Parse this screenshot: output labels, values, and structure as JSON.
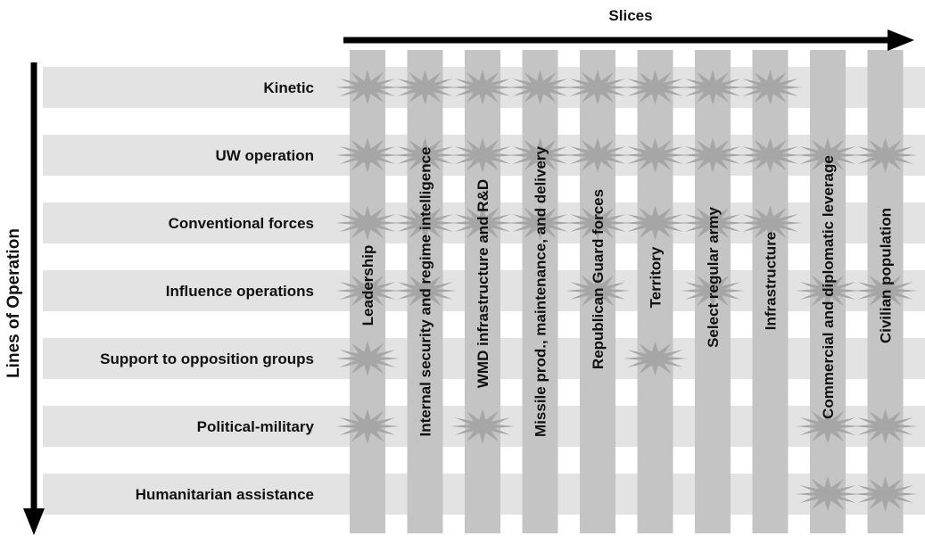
{
  "title_slices": "Slices",
  "title_lines": "Lines of Operation",
  "colors": {
    "band": "#e3e3e3",
    "column": "#c4c4c4",
    "burst": "#a6a6a6",
    "text": "#111111",
    "arrow": "#000000"
  },
  "rows": [
    "Kinetic",
    "UW operation",
    "Conventional forces",
    "Influence operations",
    "Support to opposition groups",
    "Political-military",
    "Humanitarian assistance"
  ],
  "columns": [
    "Leadership",
    "Internal security and regime intelligence",
    "WMD infrastructure and R&D",
    "Missile prod., maintenance, and delivery",
    "Republican Guard forces",
    "Territory",
    "Select regular army",
    "Infrastructure",
    "Commercial and diplomatic leverage",
    "Civilian population"
  ],
  "intersections": [
    [
      1,
      1,
      1,
      1,
      1,
      1,
      1,
      1,
      0,
      0
    ],
    [
      1,
      1,
      1,
      1,
      1,
      1,
      1,
      1,
      1,
      1
    ],
    [
      1,
      1,
      1,
      1,
      1,
      1,
      1,
      1,
      0,
      0
    ],
    [
      1,
      1,
      0,
      0,
      1,
      0,
      1,
      0,
      1,
      1
    ],
    [
      1,
      0,
      0,
      0,
      0,
      1,
      0,
      0,
      0,
      0
    ],
    [
      1,
      0,
      1,
      0,
      0,
      0,
      0,
      0,
      1,
      1
    ],
    [
      0,
      0,
      0,
      0,
      0,
      0,
      0,
      0,
      1,
      1
    ]
  ]
}
